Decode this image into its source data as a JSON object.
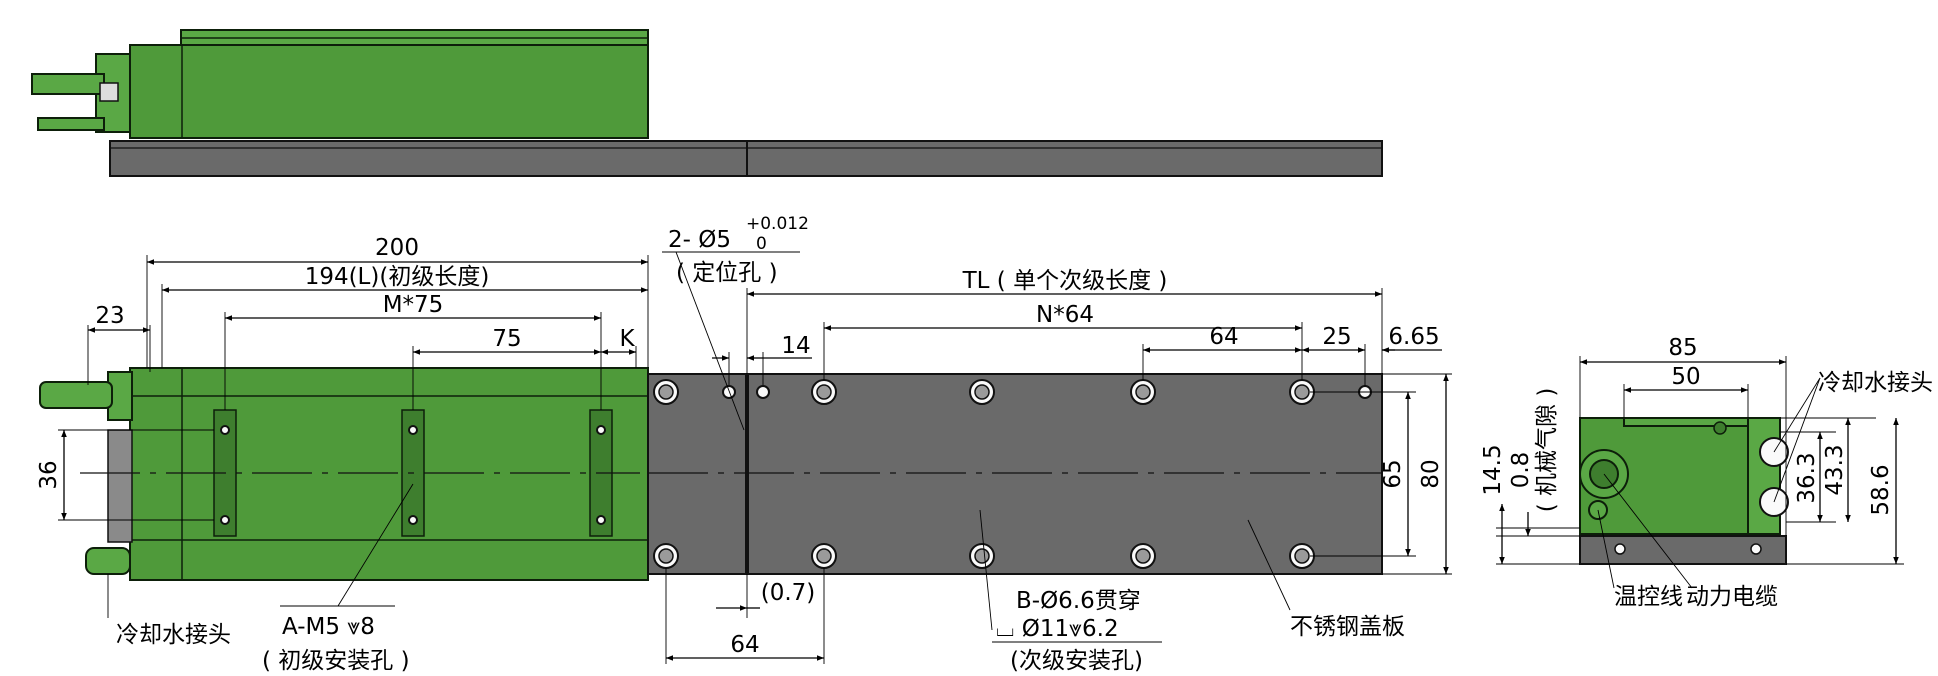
{
  "top_view": {
    "dims": {
      "d200": "200",
      "d194": "194(L)(初级长度)",
      "d23": "23",
      "dM75": "M*75",
      "d75": "75",
      "dK": "K",
      "d36": "36"
    },
    "notes": {
      "cooling_left": "冷却水接头",
      "primary_hole": "A-M5 ⩔8",
      "primary_hole_sub": "( 初级安装孔 )"
    }
  },
  "secondary": {
    "dims": {
      "d2phi5": "2- Ø5",
      "tol_plus": "+0.012",
      "tol_zero": "0",
      "locating_hole": "( 定位孔 )",
      "dTL": "TL ( 单个次级长度 )",
      "d14": "14",
      "dN64": "N*64",
      "d64a": "64",
      "d25": "25",
      "d665": "6.65",
      "d65": "65",
      "d80": "80",
      "d07": "(0.7)",
      "d64b": "64"
    },
    "notes": {
      "b_hole": "B-Ø6.6贯穿",
      "b_cbore": "⌴ Ø11⩔6.2",
      "b_sub": "(次级安装孔)",
      "cover": "不锈钢盖板"
    }
  },
  "end_view": {
    "dims": {
      "d85": "85",
      "d50": "50",
      "d145": "14.5",
      "d08": "0.8",
      "gap": "( 机械气隙 )",
      "d363": "36.3",
      "d433": "43.3",
      "d586": "58.6"
    },
    "notes": {
      "cooling_right": "冷却水接头",
      "temp_wire": "温控线",
      "power_cable": "动力电缆"
    }
  },
  "colors": {
    "motor_green": "#4f9a3a",
    "secondary_grey": "#6a6a6a"
  }
}
